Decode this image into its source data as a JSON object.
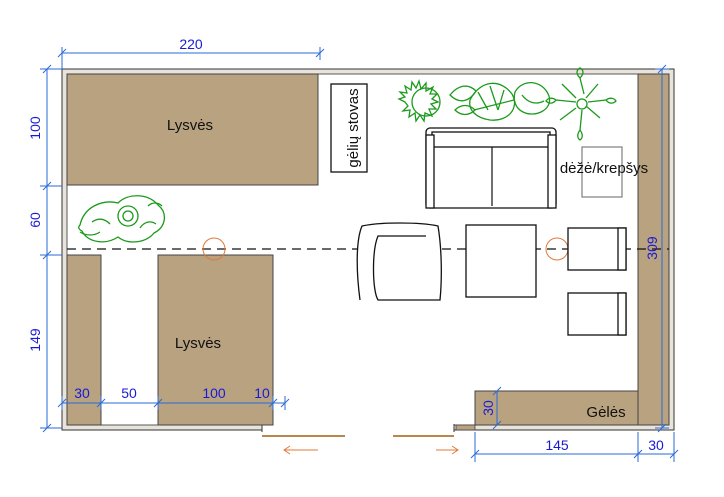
{
  "labels": {
    "bed_top": "Lysvės",
    "bed_bottom": "Lysvės",
    "flower_stand": "gėlių stovas",
    "box": "dėžė/krepšys",
    "flowers": "Gėlės"
  },
  "dimensions": {
    "top_width": "220",
    "left_top": "100",
    "left_mid": "60",
    "left_bottom": "149",
    "bottom_a": "30",
    "bottom_b": "50",
    "bottom_c": "100",
    "bottom_d": "10",
    "right_height": "309",
    "strip_depth": "30",
    "bottom_right_a": "145",
    "bottom_right_b": "30"
  },
  "colors": {
    "bed_fill": "#b8a27f",
    "dimension_text": "#1a1ad6",
    "plant_stroke": "#1c9a1c",
    "accent_orange": "#e07a3a"
  }
}
